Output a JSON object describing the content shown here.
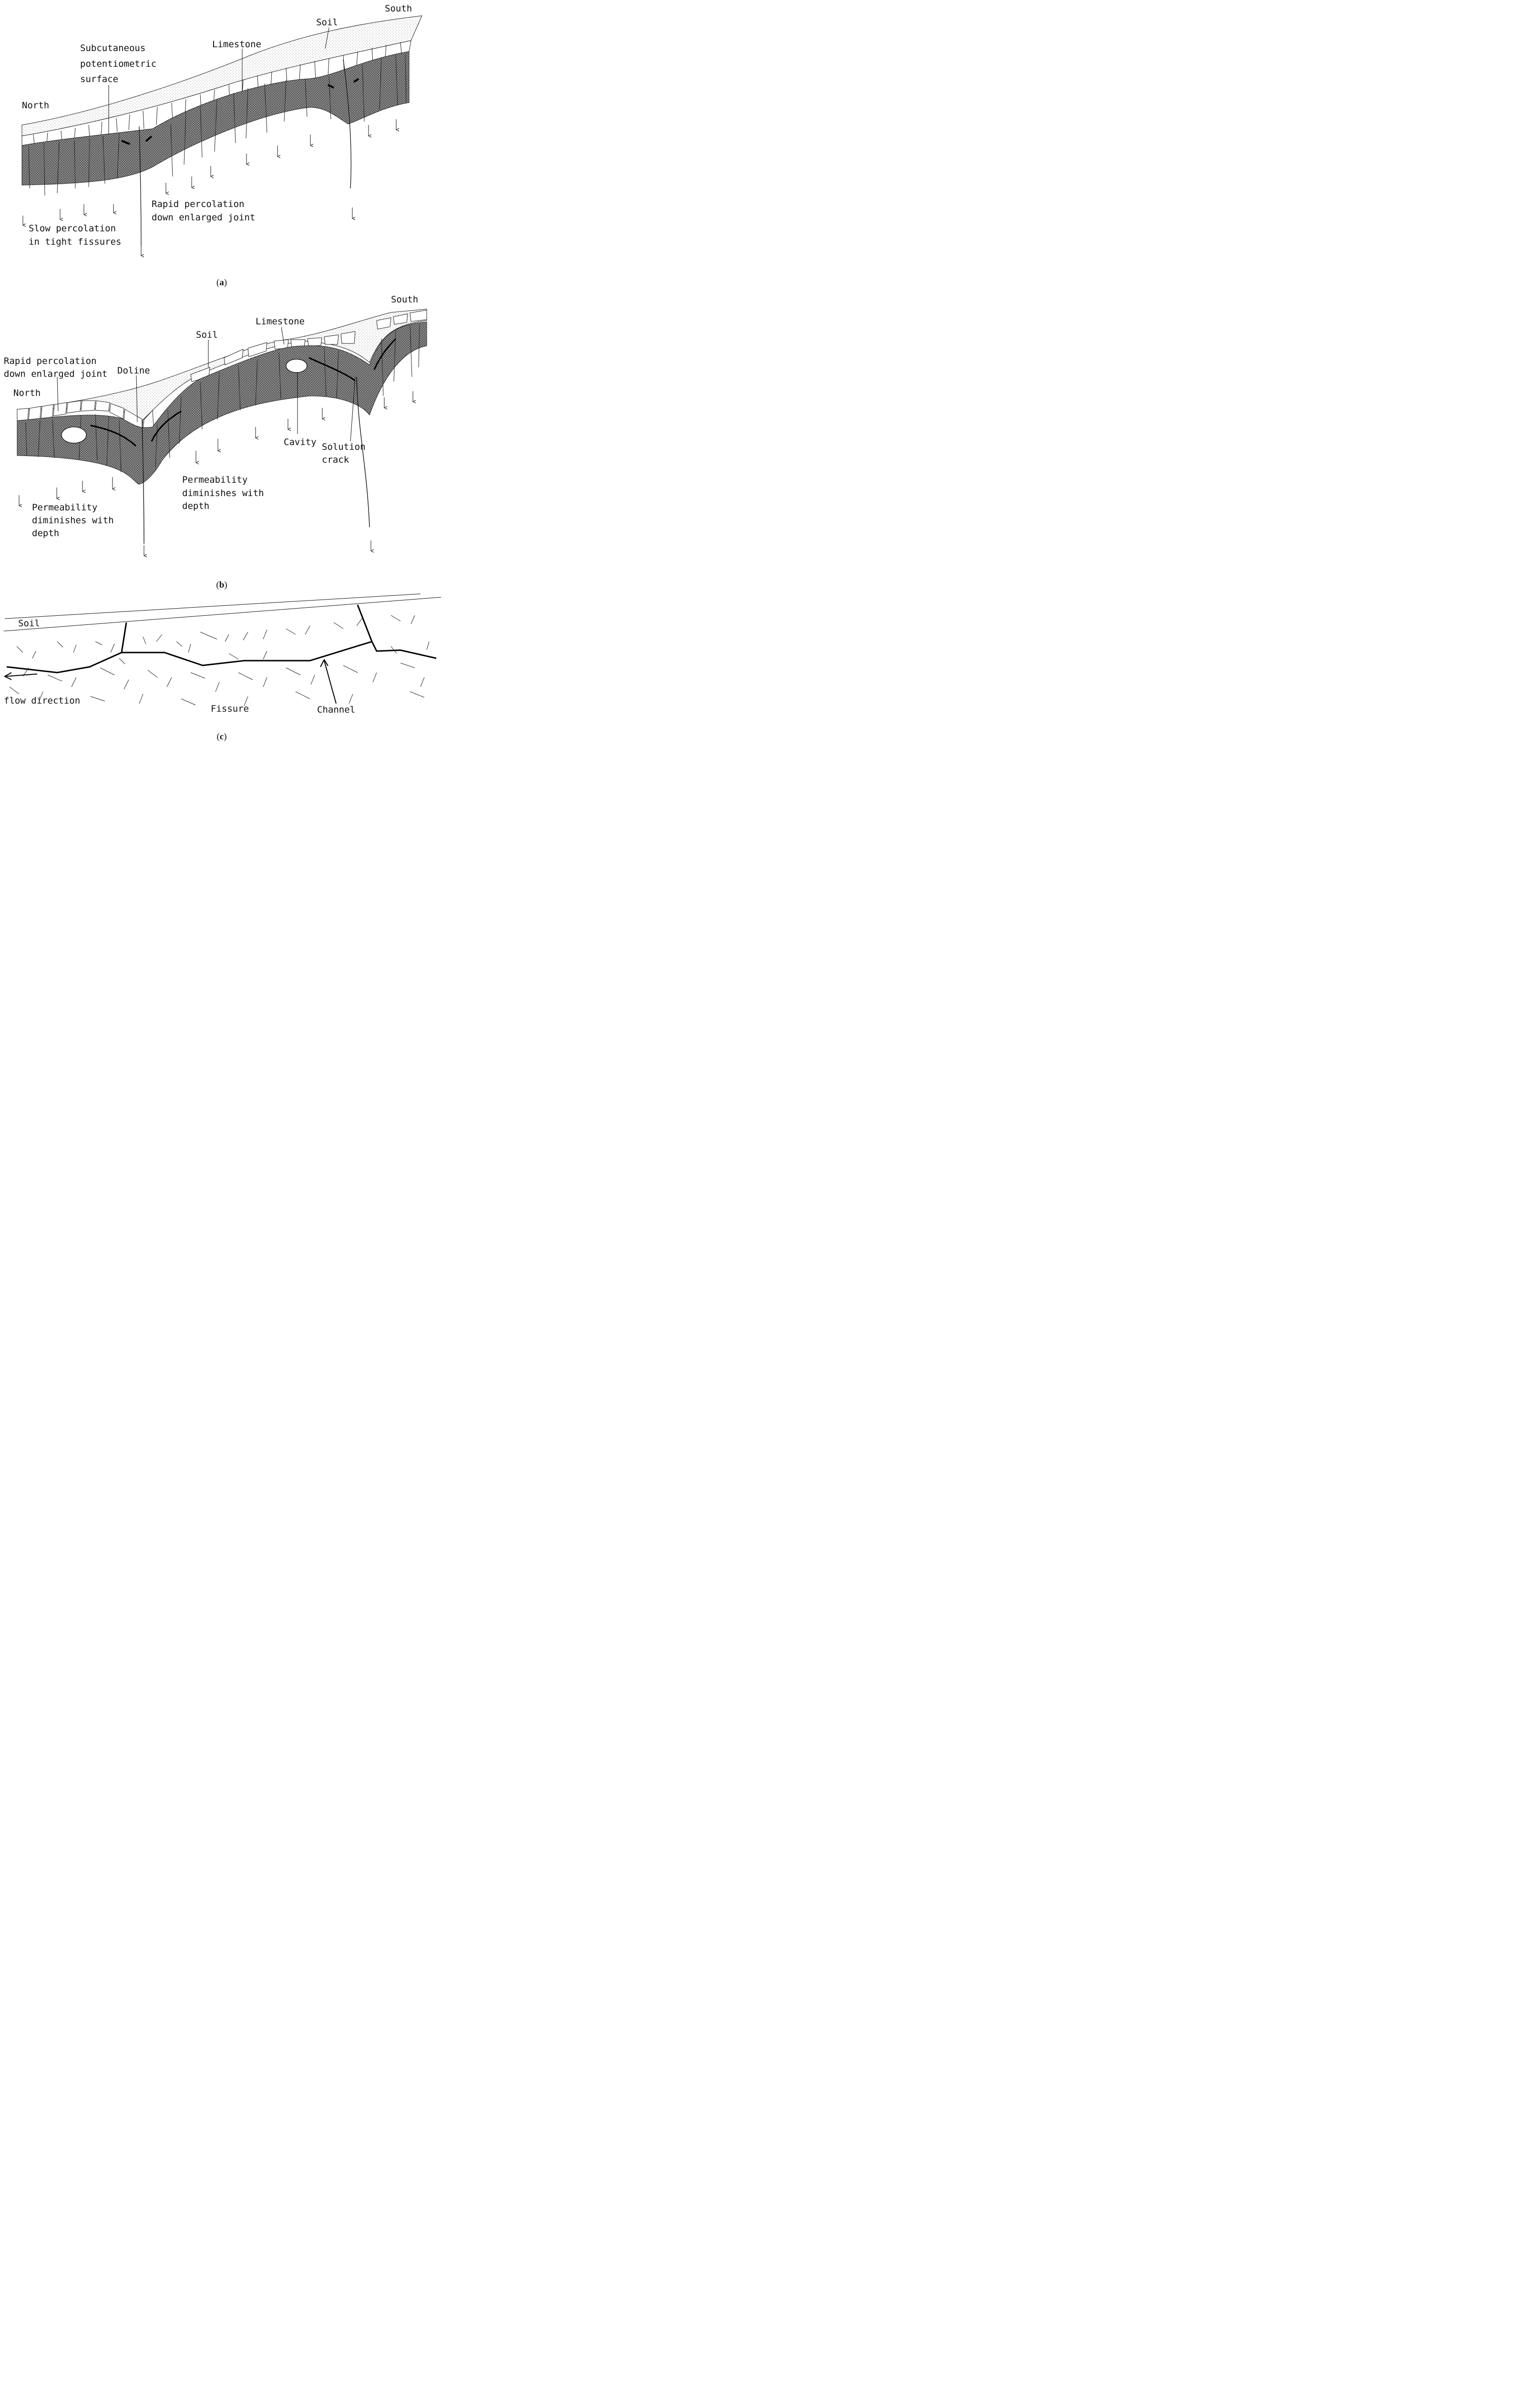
{
  "panel_a": {
    "caption_letter": "a",
    "south": "South",
    "soil": "Soil",
    "limestone": "Limestone",
    "subcutaneous": [
      "Subcutaneous",
      "potentiometric",
      "surface"
    ],
    "north": "North",
    "rapid": [
      "Rapid percolation",
      "down enlarged joint"
    ],
    "slow": [
      "Slow percolation",
      "in tight fissures"
    ]
  },
  "panel_b": {
    "caption_letter": "b",
    "south": "South",
    "limestone": "Limestone",
    "soil": "Soil",
    "rapid": [
      "Rapid percolation",
      "down enlarged joint"
    ],
    "doline": "Doline",
    "north": "North",
    "perm_right": [
      "Permeability",
      "diminishes with",
      "depth"
    ],
    "perm_left": [
      "Permeability",
      "diminishes with",
      "depth"
    ],
    "cavity": "Cavity",
    "solution": [
      "Solution",
      "crack"
    ]
  },
  "panel_c": {
    "caption_letter": "c",
    "soil": "Soil",
    "flow": "flow direction",
    "fissure": "Fissure",
    "channel": "Channel"
  }
}
